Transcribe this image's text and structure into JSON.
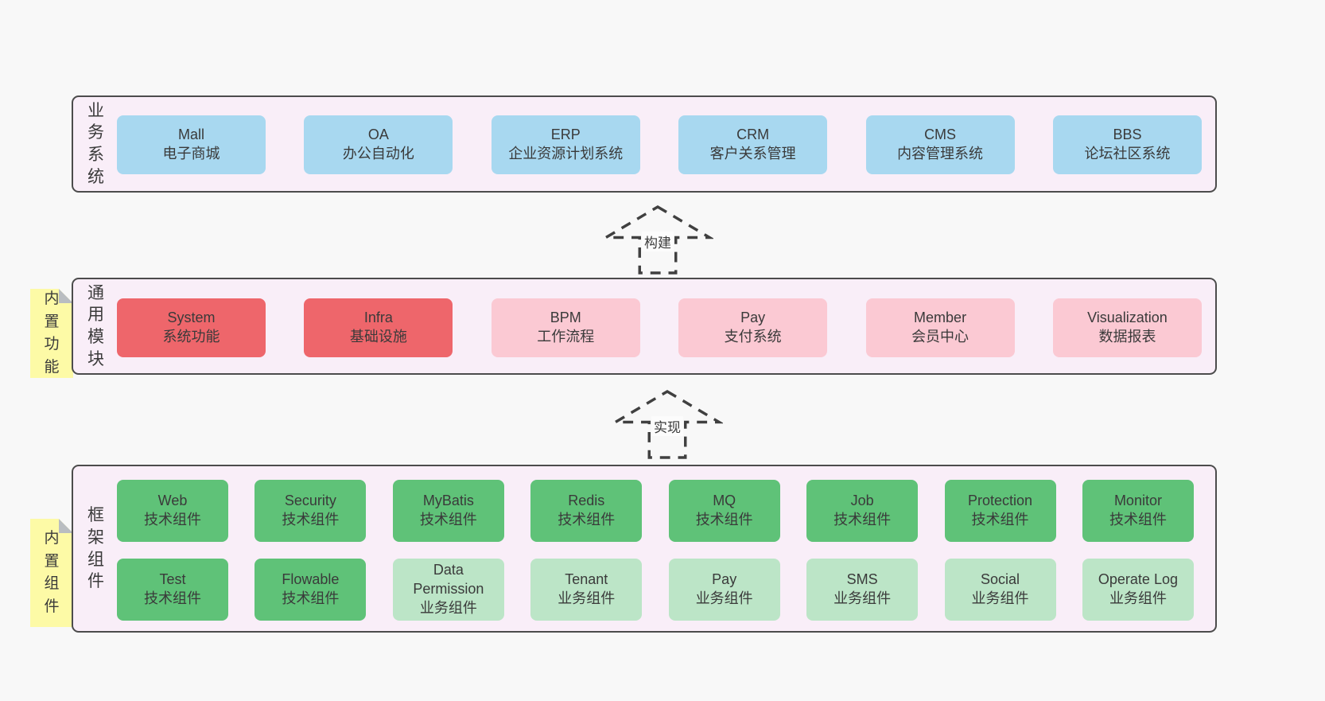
{
  "colors": {
    "page_bg": "#f8f8f8",
    "container_fill": "#f9eef8",
    "container_border": "#4c4c4c",
    "blue_box": "#a8d8f0",
    "red_box": "#ee666b",
    "pink_box": "#fbc9d3",
    "green_dark_box": "#5fc278",
    "green_light_box": "#bce5c7",
    "sticky_note": "#fdfaa6",
    "sticky_fold": "#b9bdc1",
    "arrow_stroke": "#404040",
    "text": "#3a3a3a"
  },
  "sections": [
    {
      "label": "业务系统",
      "rows": [
        [
          {
            "title": "Mall",
            "subtitle": "电子商城",
            "type": "blue"
          },
          {
            "title": "OA",
            "subtitle": "办公自动化",
            "type": "blue"
          },
          {
            "title": "ERP",
            "subtitle": "企业资源计划系统",
            "type": "blue"
          },
          {
            "title": "CRM",
            "subtitle": "客户关系管理",
            "type": "blue"
          },
          {
            "title": "CMS",
            "subtitle": "内容管理系统",
            "type": "blue"
          },
          {
            "title": "BBS",
            "subtitle": "论坛社区系统",
            "type": "blue"
          }
        ]
      ]
    },
    {
      "label": "通用模块",
      "sticky": "内置功能",
      "rows": [
        [
          {
            "title": "System",
            "subtitle": "系统功能",
            "type": "red"
          },
          {
            "title": "Infra",
            "subtitle": "基础设施",
            "type": "red"
          },
          {
            "title": "BPM",
            "subtitle": "工作流程",
            "type": "pink"
          },
          {
            "title": "Pay",
            "subtitle": "支付系统",
            "type": "pink"
          },
          {
            "title": "Member",
            "subtitle": "会员中心",
            "type": "pink"
          },
          {
            "title": "Visualization",
            "subtitle": "数据报表",
            "type": "pink"
          }
        ]
      ]
    },
    {
      "label": "框架组件",
      "sticky": "内置组件",
      "rows": [
        [
          {
            "title": "Web",
            "subtitle": "技术组件",
            "type": "green-dark"
          },
          {
            "title": "Security",
            "subtitle": "技术组件",
            "type": "green-dark"
          },
          {
            "title": "MyBatis",
            "subtitle": "技术组件",
            "type": "green-dark"
          },
          {
            "title": "Redis",
            "subtitle": "技术组件",
            "type": "green-dark"
          },
          {
            "title": "MQ",
            "subtitle": "技术组件",
            "type": "green-dark"
          },
          {
            "title": "Job",
            "subtitle": "技术组件",
            "type": "green-dark"
          },
          {
            "title": "Protection",
            "subtitle": "技术组件",
            "type": "green-dark"
          },
          {
            "title": "Monitor",
            "subtitle": "技术组件",
            "type": "green-dark"
          }
        ],
        [
          {
            "title": "Test",
            "subtitle": "技术组件",
            "type": "green-dark"
          },
          {
            "title": "Flowable",
            "subtitle": "技术组件",
            "type": "green-dark"
          },
          {
            "title": "Data Permission",
            "subtitle": "业务组件",
            "type": "green-light"
          },
          {
            "title": "Tenant",
            "subtitle": "业务组件",
            "type": "green-light"
          },
          {
            "title": "Pay",
            "subtitle": "业务组件",
            "type": "green-light"
          },
          {
            "title": "SMS",
            "subtitle": "业务组件",
            "type": "green-light"
          },
          {
            "title": "Social",
            "subtitle": "业务组件",
            "type": "green-light"
          },
          {
            "title": "Operate Log",
            "subtitle": "业务组件",
            "type": "green-light"
          }
        ]
      ]
    }
  ],
  "arrows": [
    {
      "label": "构建",
      "direction": "up"
    },
    {
      "label": "实现",
      "direction": "up"
    }
  ]
}
